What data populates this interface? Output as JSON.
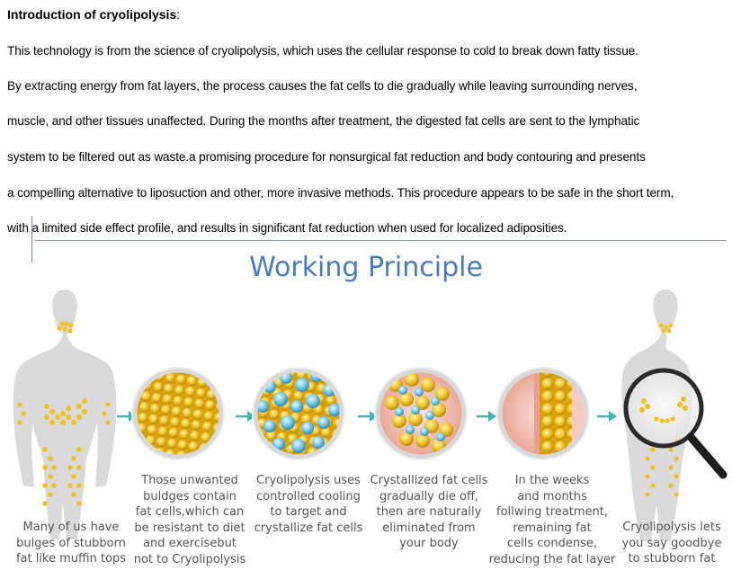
{
  "intro": {
    "title_bold": "Introduction of cryolipolysis",
    "title_suffix": ":",
    "lines": [
      "This technology is from the science of cryolipolysis, which uses the cellular response to cold to break down fatty tissue.",
      " By extracting energy from fat layers, the process causes the fat cells to die gradually while leaving surrounding nerves,",
      " muscle, and other tissues unaffected. During the months after treatment, the digested fat cells are sent to the lymphatic",
      "system to be filtered out as waste.a promising procedure for nonsurgical fat reduction and body contouring and presents",
      " a compelling alternative to liposuction and other, more invasive methods. This procedure appears to be safe in the short term,",
      "with a limited side effect profile, and results in significant fat reduction when used for localized adiposities."
    ]
  },
  "diagram": {
    "heading": "Working Principle",
    "colors": {
      "heading": "#4a7bbf",
      "arrow": "#3bb7b5",
      "fat": "#f0c020",
      "ice": "#6ac4e6",
      "skin": "#f2a8a0"
    },
    "captions": [
      [
        "Many of us have",
        "bulges of stubborn",
        "fat like muffin tops"
      ],
      [
        "Those unwanted",
        "buldges contain",
        "fat cells,which can",
        "be resistant to diet",
        "and exercisebut",
        "not to Cryolipolysis"
      ],
      [
        "Cryolipolysis uses",
        "controlled cooling",
        "to target and",
        "crystallize fat cells"
      ],
      [
        "Crystallized fat cells",
        "gradually die off,",
        "then are naturally",
        "eliminated from",
        "your body"
      ],
      [
        "In the weeks",
        "and months",
        "follwing treatment,",
        "remaining fat",
        "cells condense,",
        "reducing the fat layer"
      ],
      [
        "Cryolipolysis lets",
        "you say goodbye",
        "to stubborn fat"
      ]
    ]
  }
}
